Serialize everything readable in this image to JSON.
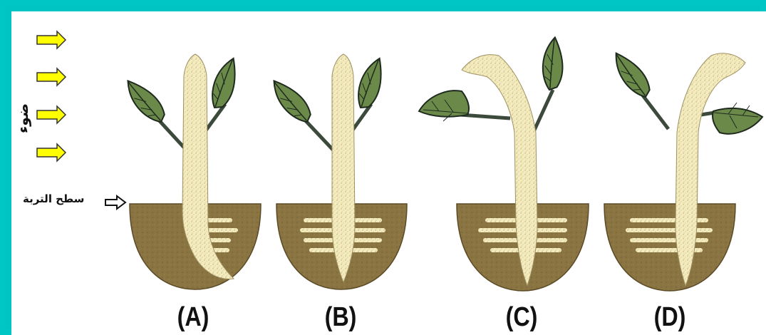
{
  "light_label": "ضوء",
  "soil_surface_label": "سطح التربة",
  "plants": [
    {
      "id": "A",
      "label": "(A)"
    },
    {
      "id": "B",
      "label": "(B)"
    },
    {
      "id": "C",
      "label": "(C)"
    },
    {
      "id": "D",
      "label": "(D)"
    }
  ],
  "colors": {
    "frame": "#00c6c6",
    "arrow_fill": "#ffff00",
    "soil": "#8a7442",
    "leaf": "#6b8a4a",
    "stem": "#f2e9b8",
    "branch": "#3c4a3c"
  }
}
